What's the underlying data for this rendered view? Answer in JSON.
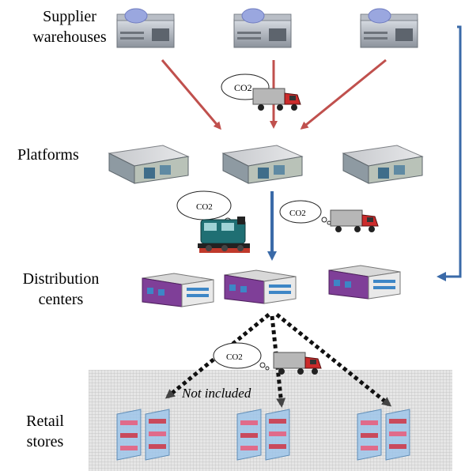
{
  "labels": {
    "supplier": "Supplier\nwarehouses",
    "platforms": "Platforms",
    "distribution": "Distribution\ncenters",
    "retail": "Retail\nstores"
  },
  "co2_label": "CO2",
  "not_included": "Not included",
  "colors": {
    "supplier_arrow": "#c0504d",
    "platform_arrow": "#3a6aa8",
    "store_arrow": "#000000",
    "floor_grid": "#bfbfbf"
  },
  "icons": [
    "warehouse-icon",
    "platform-building-icon",
    "distribution-center-icon",
    "truck-icon",
    "train-icon",
    "co2-cloud-icon",
    "retail-shelf-icon"
  ]
}
